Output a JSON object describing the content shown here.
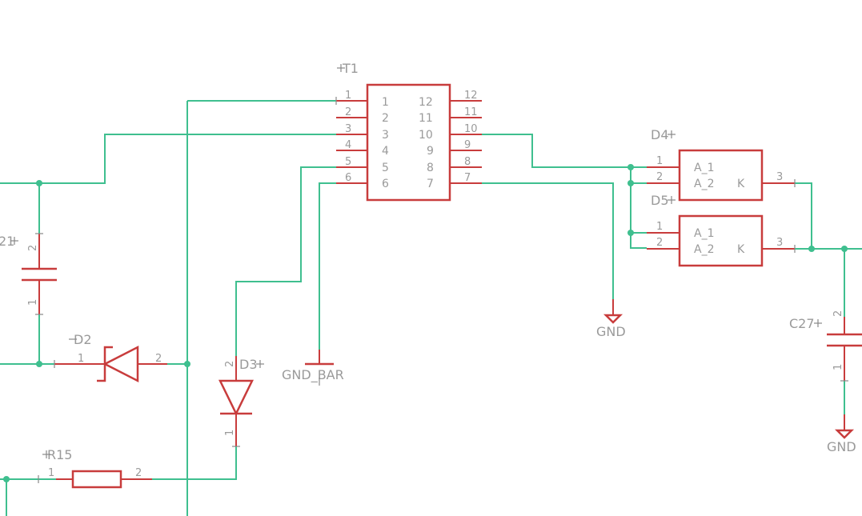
{
  "labels": {
    "t1": "T1",
    "d2": "D2",
    "d3": "D3",
    "d4": "D4",
    "d5": "D5",
    "r15": "R15",
    "c21": "21",
    "c27": "C27",
    "gnd_bar": "GND_BAR",
    "gnd": "GND"
  },
  "t1": {
    "left_pins": [
      "1",
      "2",
      "3",
      "4",
      "5",
      "6"
    ],
    "right_pins": [
      "12",
      "11",
      "10",
      "9",
      "8",
      "7"
    ]
  },
  "diode_array": {
    "pins": [
      "1",
      "2",
      "3"
    ],
    "inner": [
      "A_1",
      "A_2",
      "K"
    ]
  },
  "two_pin": [
    "1",
    "2"
  ],
  "colors": {
    "wire": "#3fbf8f",
    "part": "#c83c3c",
    "text": "#9a9a9a"
  }
}
